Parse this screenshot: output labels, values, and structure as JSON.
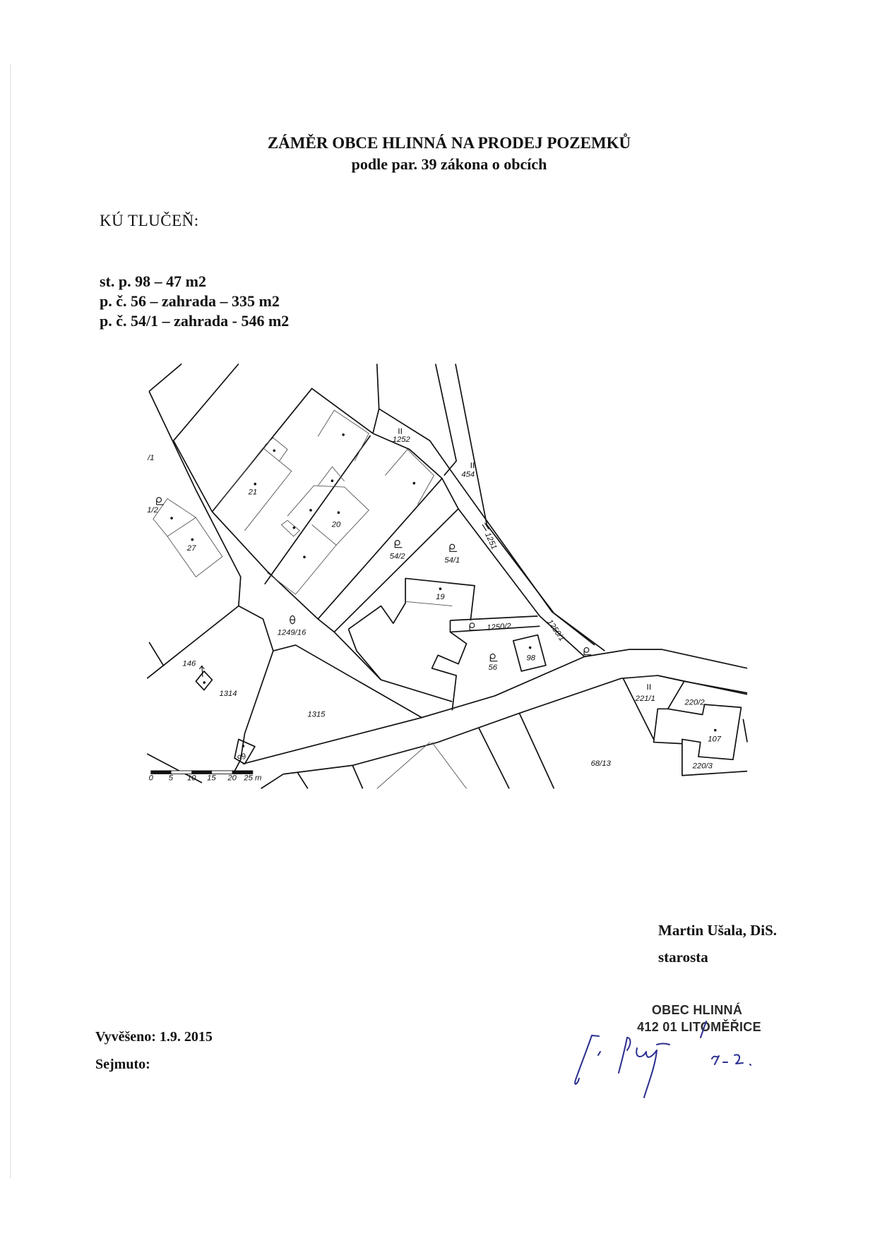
{
  "header": {
    "title": "ZÁMĚR OBCE HLINNÁ NA PRODEJ POZEMKŮ",
    "subtitle": "podle par. 39 zákona o obcích"
  },
  "cadastral_area": "KÚ  TLUČEŇ:",
  "parcels": [
    "st. p. 98 – 47 m2",
    "p. č. 56 – zahrada – 335 m2",
    "p. č. 54/1 – zahrada - 546 m2"
  ],
  "map": {
    "labels": [
      "1252",
      "454",
      "1251",
      "21",
      "20",
      "27",
      "54/2",
      "54/1",
      "19",
      "1249/16",
      "1250/2",
      "1250/1",
      "56",
      "98",
      "146",
      "1314",
      "1315",
      "99",
      "221/1",
      "220/2",
      "107",
      "220/3",
      "68/13",
      "1/2",
      "/1"
    ],
    "scale": [
      "0",
      "5",
      "10",
      "15",
      "20",
      "25 m"
    ]
  },
  "signatory": {
    "name": "Martin Ušala, DiS.",
    "role": "starosta"
  },
  "stamp": {
    "line1": "OBEC HLINNÁ",
    "line2": "412 01 LITOMĚŘICE",
    "ink_color": "#2a2a2a"
  },
  "signature_color": "#2b2f8f",
  "footer": {
    "posted": "Vyvěšeno: 1.9. 2015",
    "removed": "Sejmuto:"
  }
}
